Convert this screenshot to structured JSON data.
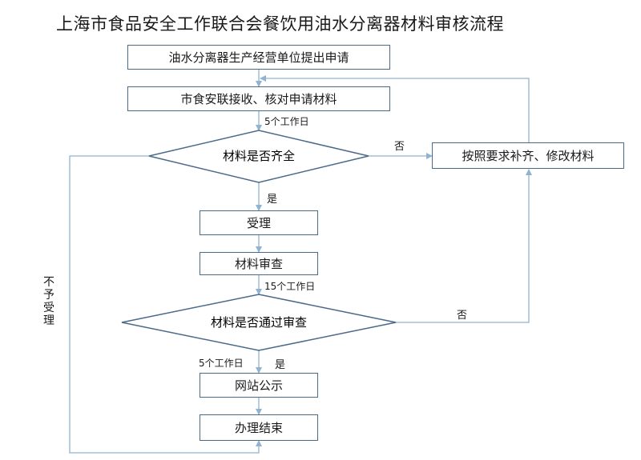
{
  "title": "上海市食品安全工作联合会餐饮用油水分离器材料审核流程",
  "steps": {
    "apply": "油水分离器生产经营单位提出申请",
    "receive": "市食安联接收、核对申请材料",
    "check_complete": "材料是否齐全",
    "supplement": "按照要求补齐、修改材料",
    "accept": "受理",
    "review": "材料审查",
    "check_pass": "材料是否通过审查",
    "publish": "网站公示",
    "finish": "办理结束"
  },
  "labels": {
    "five_days_1": "5个工作日",
    "no_1": "否",
    "yes_1": "是",
    "fifteen_days": "15个工作日",
    "no_2": "否",
    "five_days_2": "5个工作日",
    "yes_2": "是",
    "reject": "不予受理"
  },
  "colors": {
    "box_border": "#4a6a8a",
    "line": "#8fb3d0"
  }
}
